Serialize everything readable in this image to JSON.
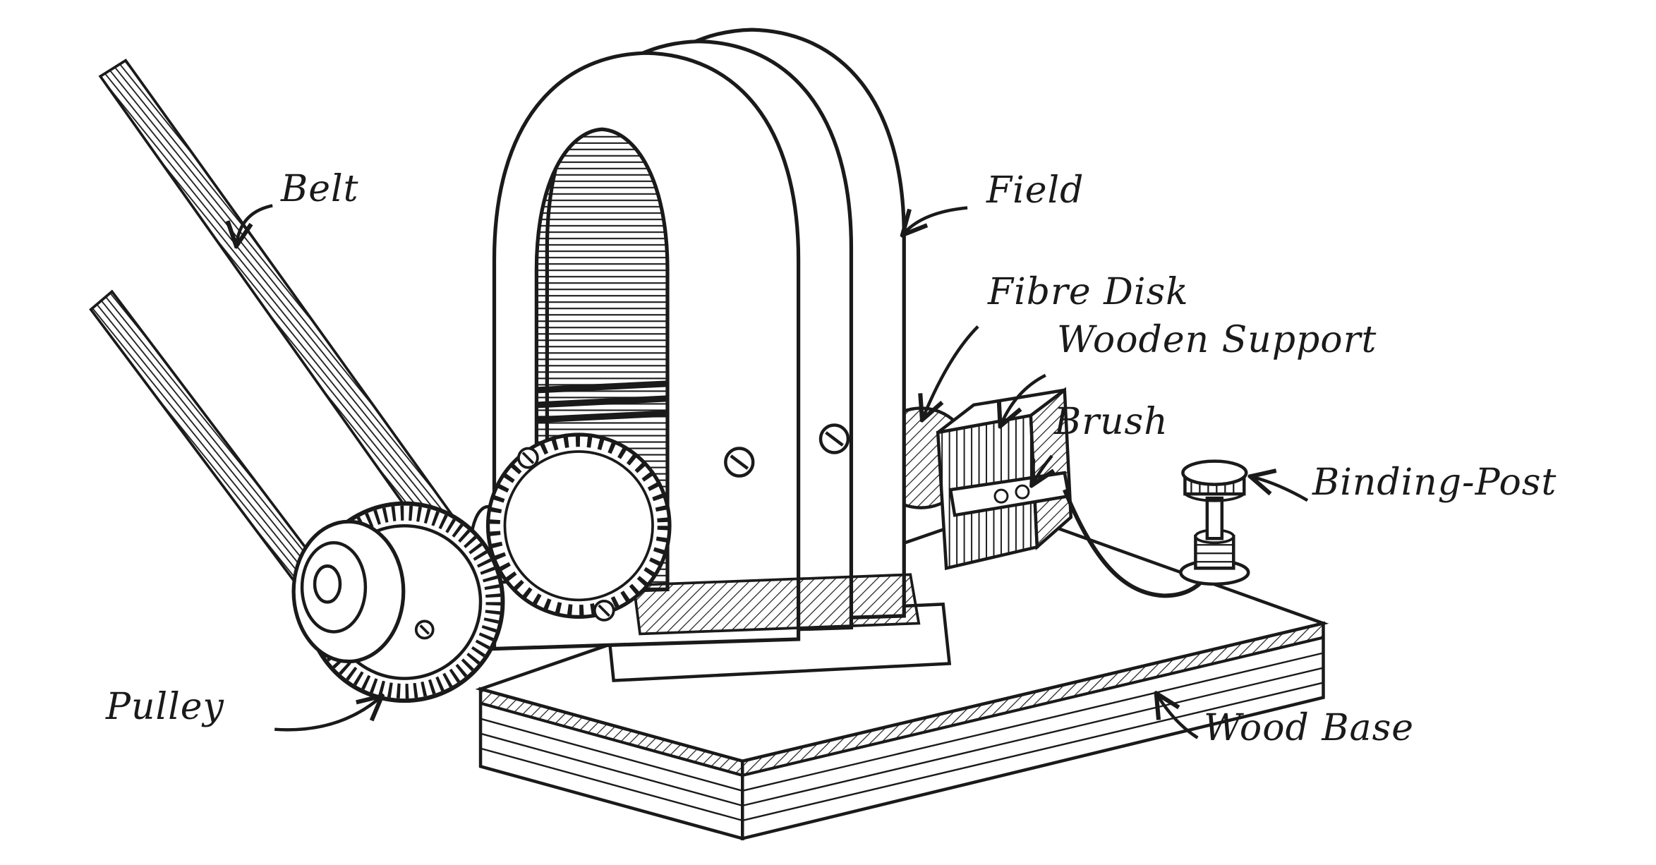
{
  "figure": {
    "background_color": "#ffffff",
    "ink_color": "#1a1a1a",
    "labels": {
      "belt": "Belt",
      "field": "Field",
      "fibre_disk": "Fibre Disk",
      "wooden_support": "Wooden Support",
      "brush": "Brush",
      "binding_post": "Binding-Post",
      "pulley": "Pulley",
      "wood_base": "Wood Base"
    }
  }
}
